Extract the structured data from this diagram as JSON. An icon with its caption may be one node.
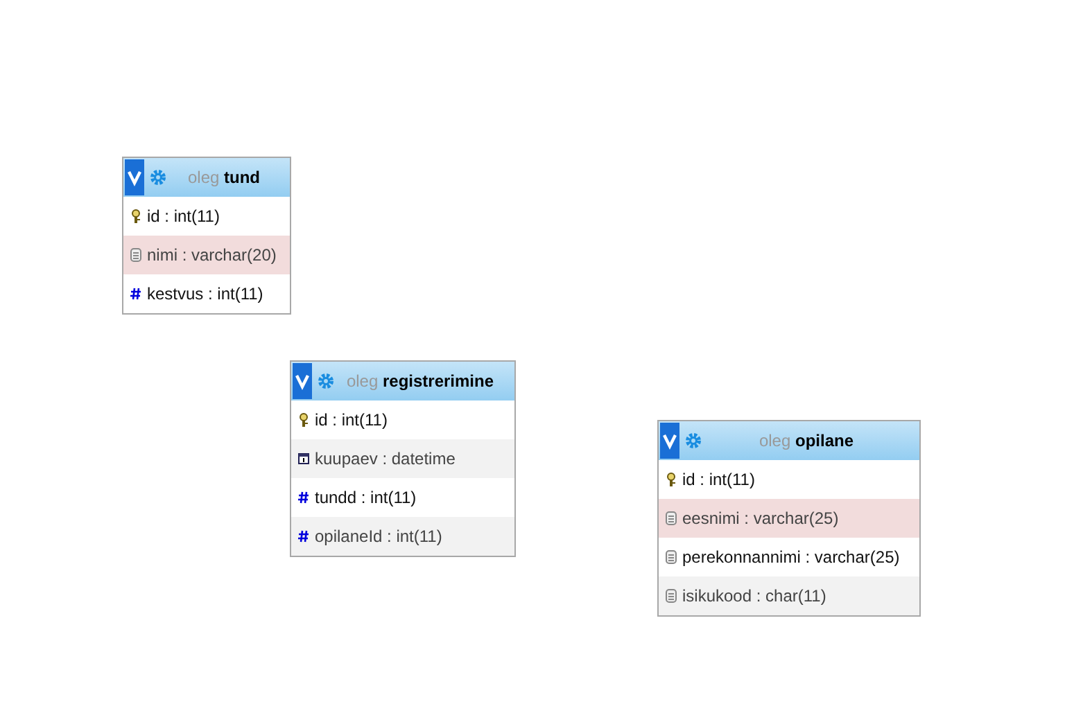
{
  "diagram": {
    "nodes": [
      {
        "text": [
          "oleg **tund**"
        ]
      },
      {
        "text": [
          "id : int(11)"
        ],
        "in": 0
      },
      {
        "text": [
          "nimi : varchar(20)"
        ],
        "in": 0
      },
      {
        "text": [
          "kestvus : int(11)"
        ],
        "in": 0
      },
      {
        "text": [
          "oleg **registrerimine**"
        ]
      },
      {
        "text": [
          "id : int(11)"
        ],
        "in": 4
      },
      {
        "text": [
          "kuupaev : datetime"
        ],
        "in": 4
      },
      {
        "text": [
          "tundd : int(11)"
        ],
        "in": 4
      },
      {
        "text": [
          "opilaneId : int(11)"
        ],
        "in": 4
      },
      {
        "text": [
          "oleg **opilane**"
        ]
      },
      {
        "text": [
          "id : int(11)"
        ],
        "in": 9
      },
      {
        "text": [
          "eesnimi : varchar(25)"
        ],
        "in": 9
      },
      {
        "text": [
          "perekonnannimi : varchar(25)"
        ],
        "in": 9
      },
      {
        "text": [
          "isikukood : char(11)"
        ],
        "in": 9
      }
    ]
  }
}
